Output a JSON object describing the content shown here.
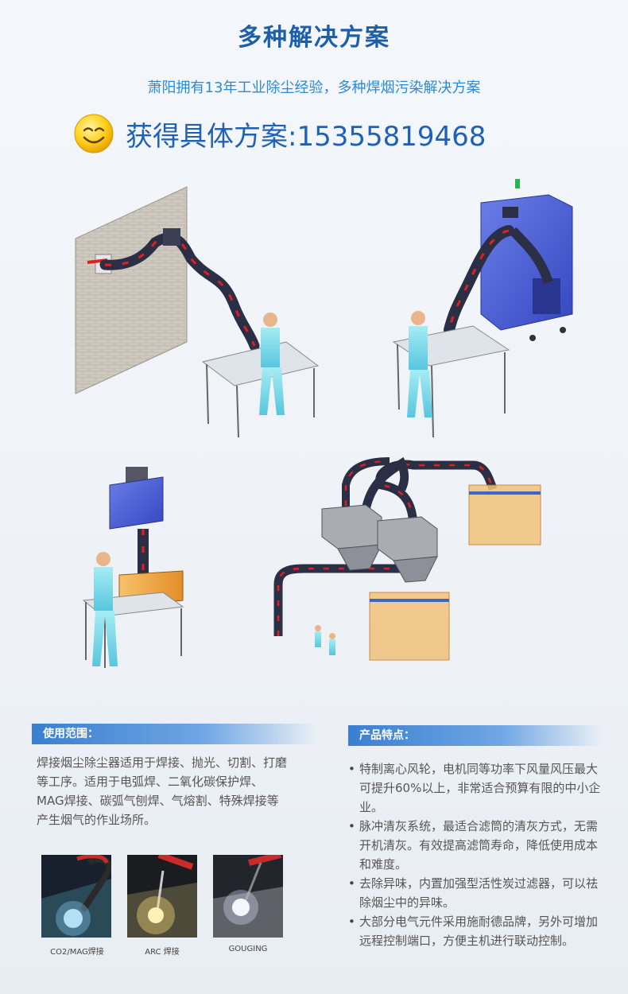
{
  "header": {
    "title": "多种解决方案",
    "subtitle": "萧阳拥有13年工业除尘经验，多种焊烟污染解决方案",
    "contact": "获得具体方案:15355819468"
  },
  "usage": {
    "heading": "使用范围：",
    "text": "焊接烟尘除尘器适用于焊接、抛光、切割、打磨等工序。适用于电弧焊、二氧化碳保护焊、MAG焊接、碳弧气刨焊、气熔割、特殊焊接等产生烟气的作业场所。",
    "photos": [
      {
        "caption": "CO2/MAG焊接"
      },
      {
        "caption": "ARC 焊接"
      },
      {
        "caption": "GOUGING"
      }
    ]
  },
  "features": {
    "heading": "产品特点：",
    "items": [
      "特制离心风轮，电机同等功率下风量风压最大可提升60%以上，非常适合预算有限的中小企业。",
      "脉冲清灰系统，最适合滤筒的清灰方式，无需开机清灰。有效提高滤筒寿命，降低使用成本和难度。",
      "去除异味，内置加强型活性炭过滤器，可以祛除烟尘中的异味。",
      "大部分电气元件采用施耐德品牌，另外可增加远程控制端口，方便主机进行联动控制。"
    ]
  },
  "colors": {
    "title_blue": "#1d5fa8",
    "subtitle_blue": "#2d8ad3",
    "duct_dark": "#2a2f45",
    "arrow_red": "#e02020",
    "unit_blue": "#4b5fd6"
  }
}
